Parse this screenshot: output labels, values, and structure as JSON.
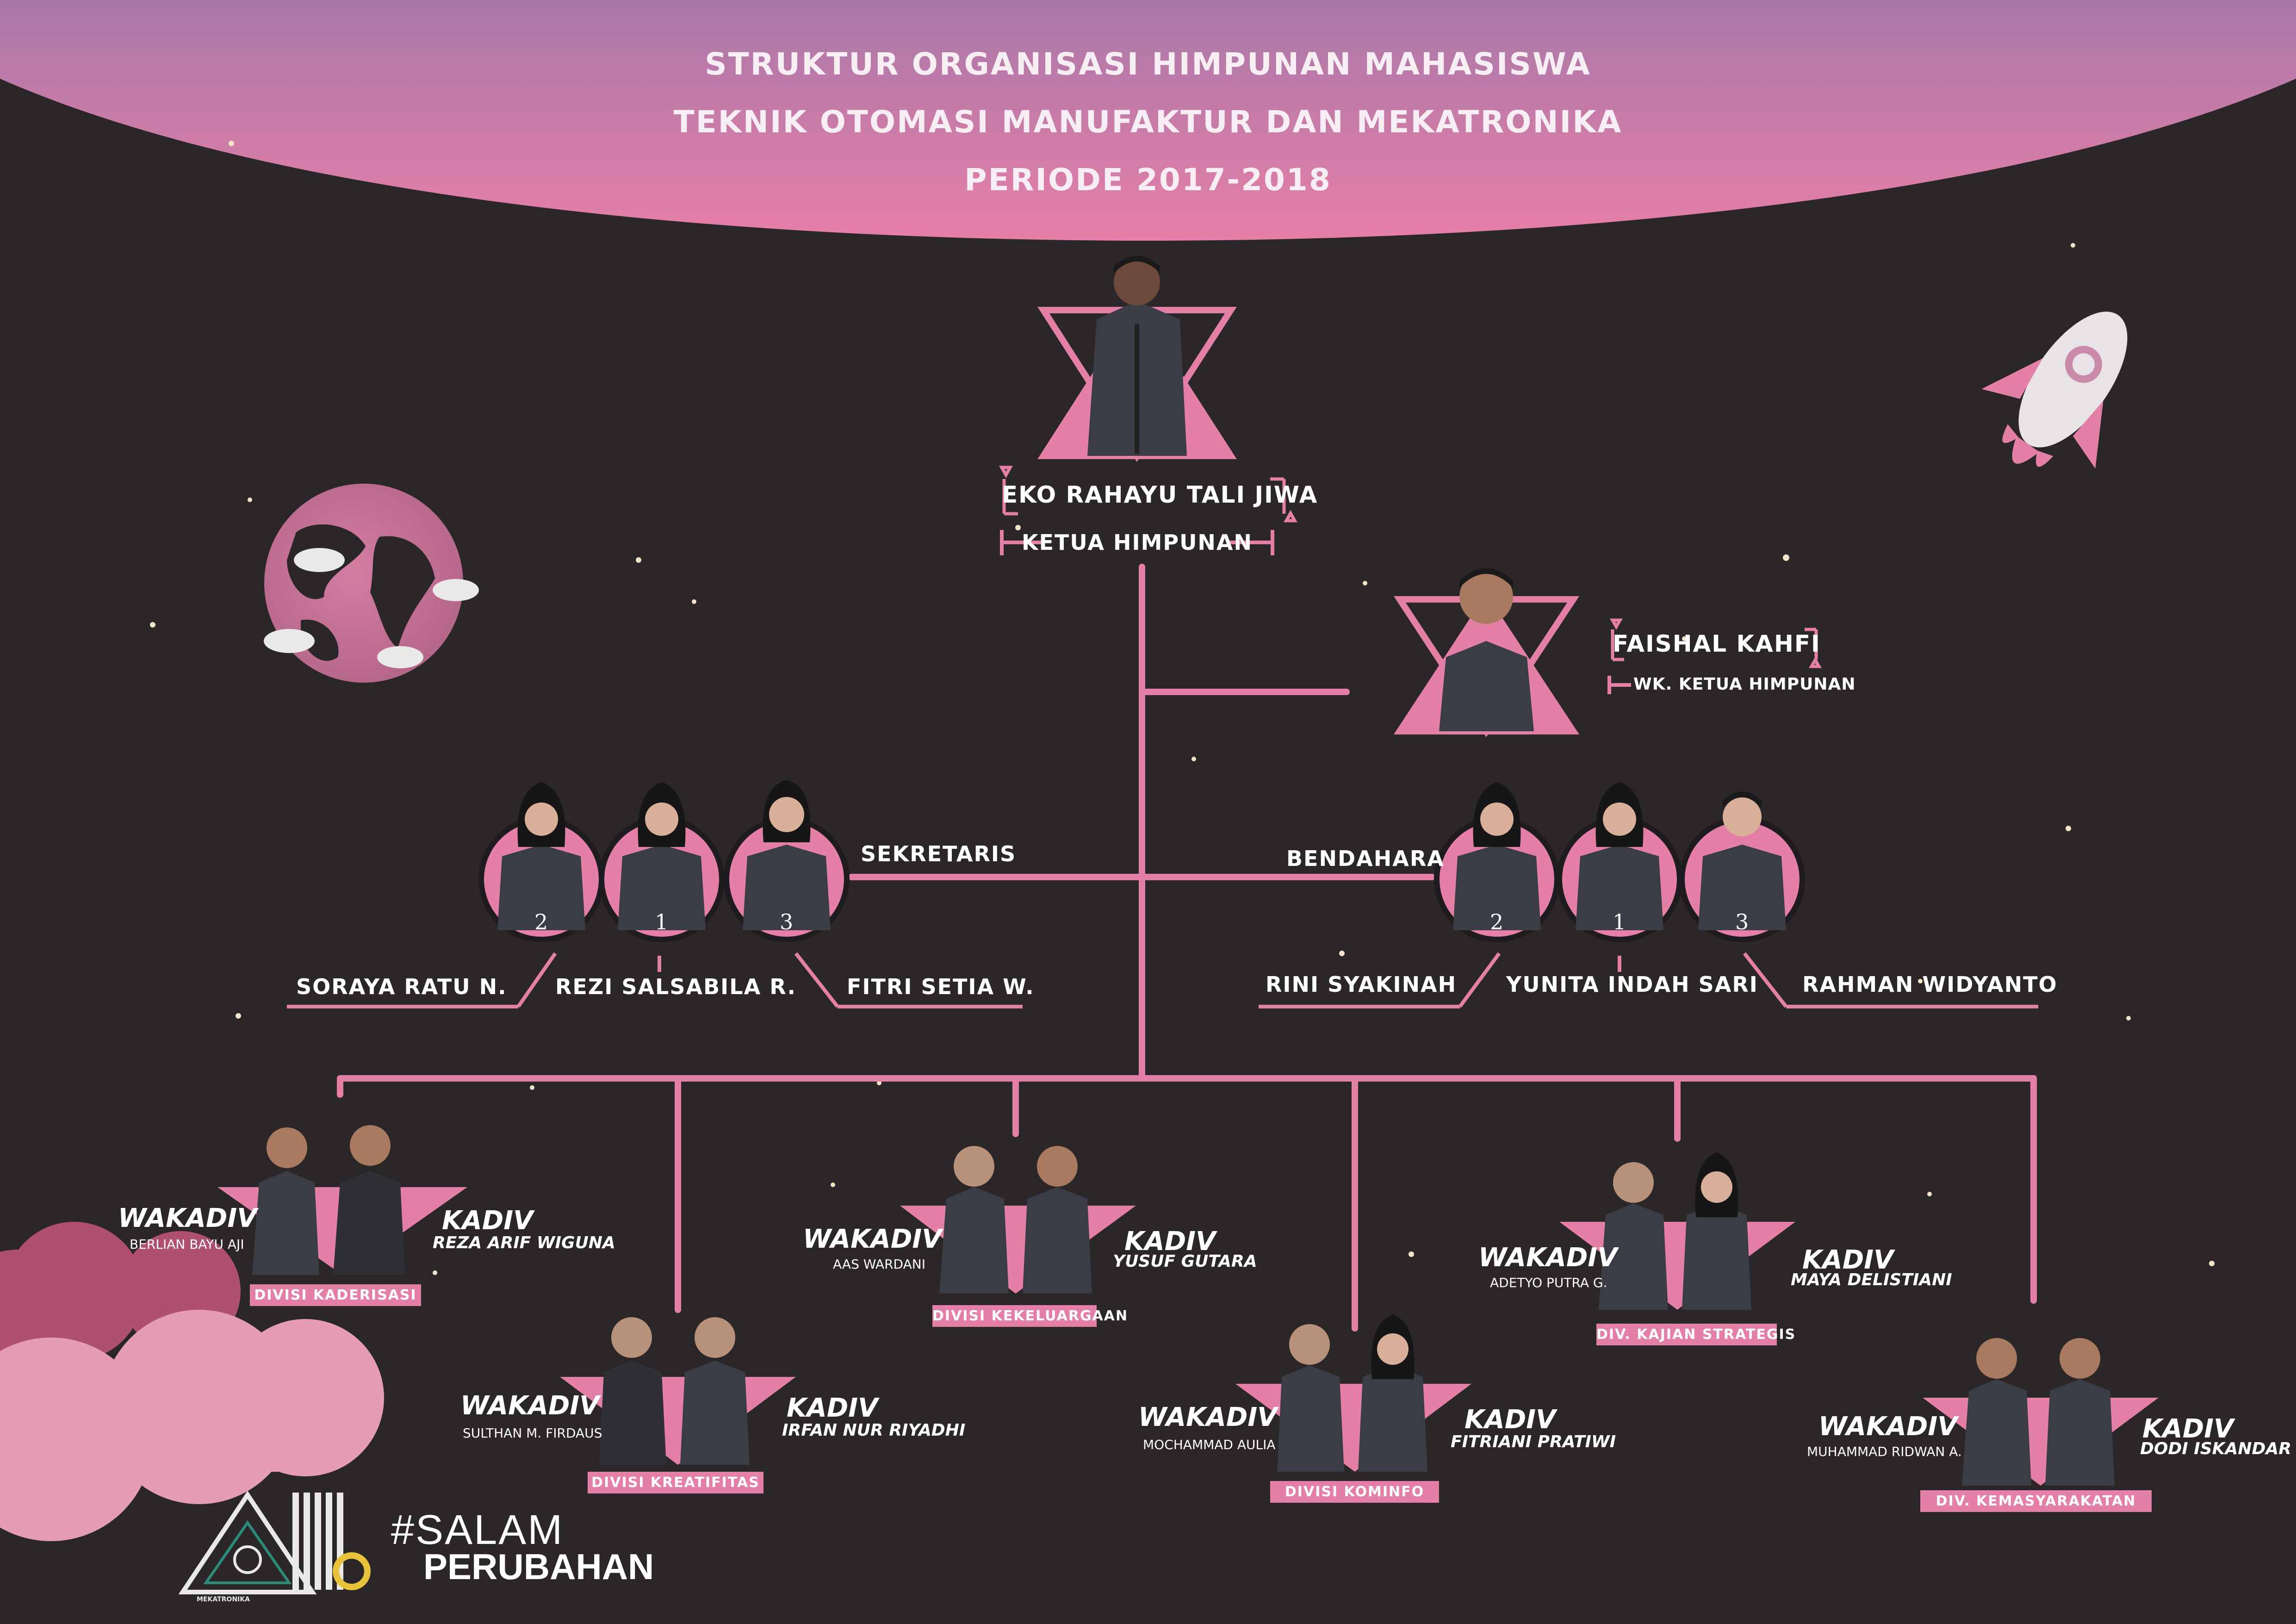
{
  "header": {
    "line1": "STRUKTUR ORGANISASI HIMPUNAN MAHASISWA",
    "line2": "TEKNIK OTOMASI MANUFAKTUR DAN MEKATRONIKA",
    "line3": "PERIODE 2017-2018"
  },
  "ketua": {
    "name": "EKO RAHAYU TALI JIWA",
    "role": "KETUA HIMPUNAN"
  },
  "wakil": {
    "name": "FAISHAL KAHFI",
    "role": "WK. KETUA HIMPUNAN"
  },
  "sekretaris": {
    "title": "SEKRETARIS",
    "numbers": [
      "2",
      "1",
      "3"
    ],
    "names": [
      "SORAYA RATU N.",
      "REZI SALSABILA R.",
      "FITRI SETIA W."
    ]
  },
  "bendahara": {
    "title": "BENDAHARA",
    "numbers": [
      "2",
      "1",
      "3"
    ],
    "names": [
      "RINI SYAKINAH",
      "YUNITA INDAH SARI",
      "RAHMAN WIDYANTO"
    ]
  },
  "role_labels": {
    "wakadiv": "WAKADIV",
    "kadiv": "KADIV"
  },
  "divisions": [
    {
      "label": "DIVISI KADERISASI",
      "wakadiv": "BERLIAN BAYU AJI",
      "kadiv": "REZA ARIF WIGUNA"
    },
    {
      "label": "DIVISI KREATIFITAS",
      "wakadiv": "SULTHAN M. FIRDAUS",
      "kadiv": "IRFAN NUR RIYADHI"
    },
    {
      "label": "DIVISI KEKELUARGAAN",
      "wakadiv": "AAS WARDANI",
      "kadiv": "YUSUF GUTARA"
    },
    {
      "label": "DIVISI KOMINFO",
      "wakadiv": "MOCHAMMAD AULIA",
      "kadiv": "FITRIANI PRATIWI"
    },
    {
      "label": "DIV. KAJIAN STRATEGIS",
      "wakadiv": "ADETYO PUTRA G.",
      "kadiv": "MAYA DELISTIANI"
    },
    {
      "label": "DIV. KEMASYARAKATAN",
      "wakadiv": "MUHAMMAD RIDWAN A.",
      "kadiv": "DODI ISKANDAR"
    }
  ],
  "footer": {
    "hashtag": "#SALAM",
    "word": "PERUBAHAN",
    "logo_text": "MEKATRONIKA"
  },
  "colors": {
    "pink": "#e47fa6",
    "background": "#2b2729",
    "header_top": "#a978a8",
    "header_bottom": "#e77fa8"
  },
  "icons": [
    "planet-icon",
    "rocket-icon",
    "triangle-logo-icon",
    "tom-logo-icon"
  ]
}
